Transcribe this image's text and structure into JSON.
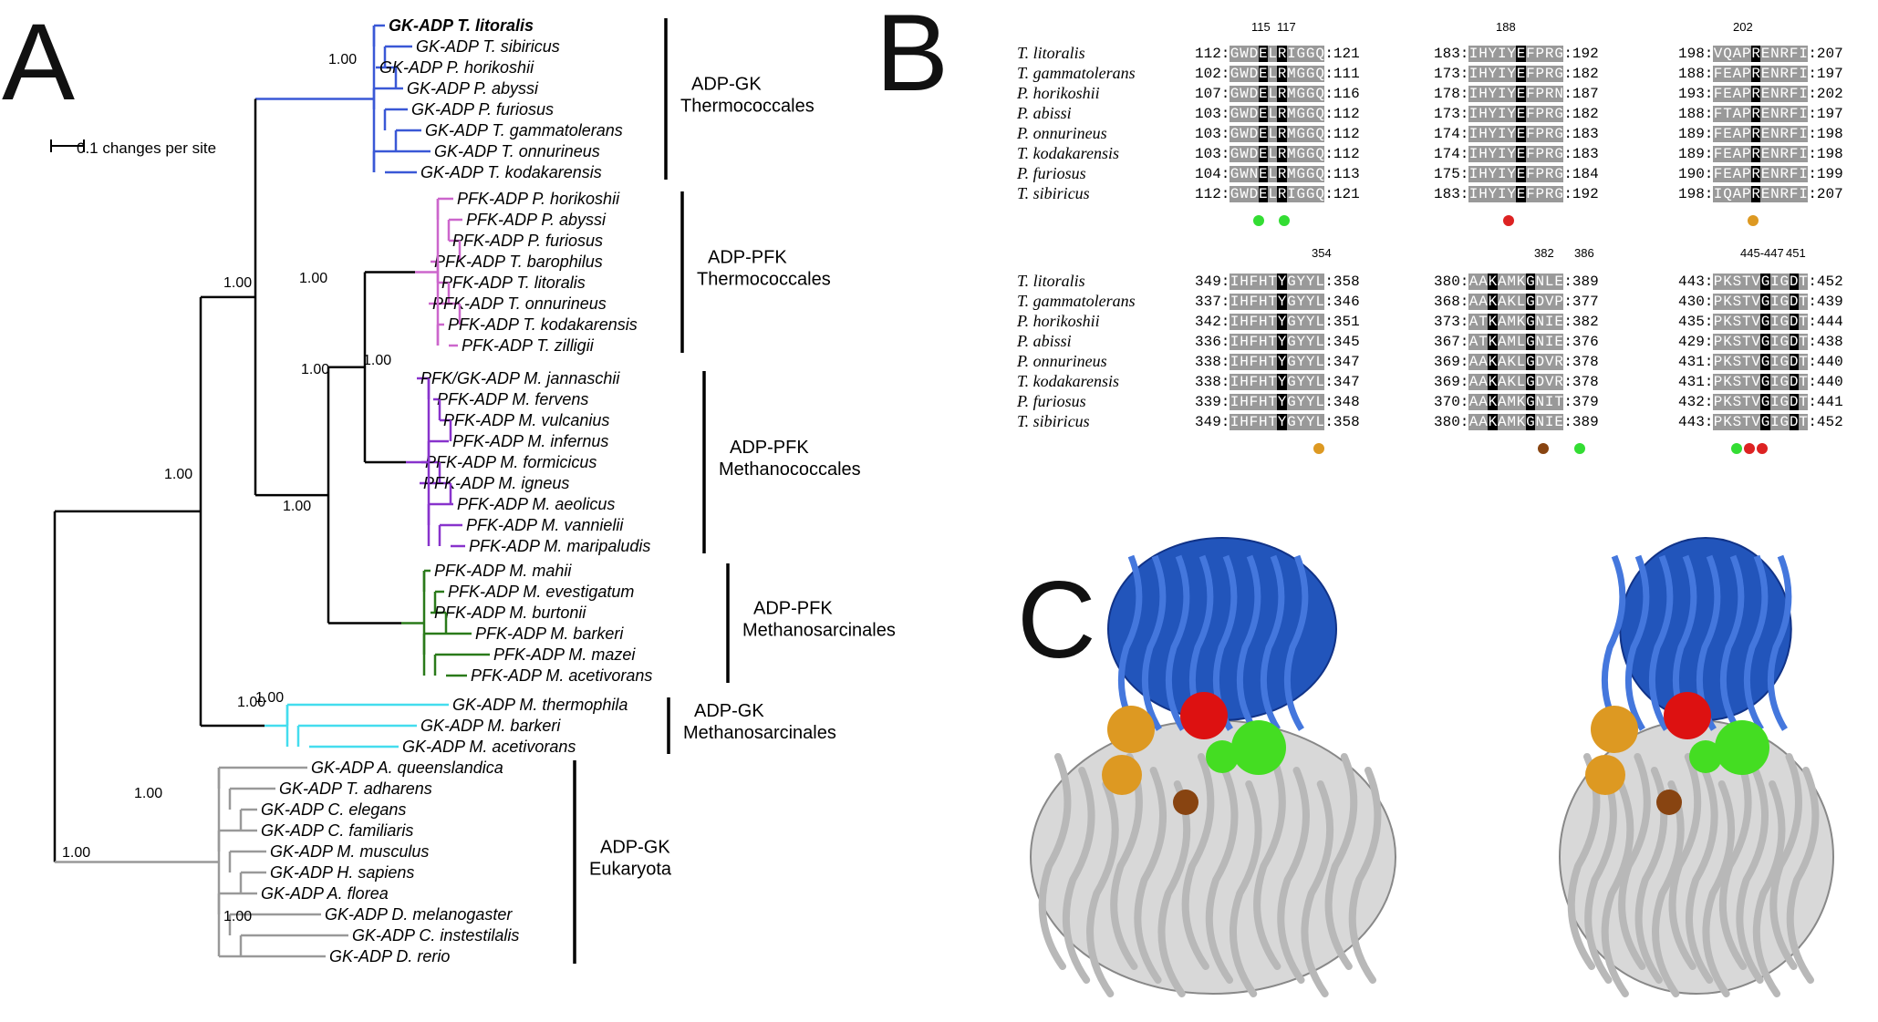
{
  "panels": {
    "a": "A",
    "b": "B",
    "c": "C"
  },
  "tree": {
    "scale_label": "0.1 changes per site",
    "clades": [
      {
        "color": "#3a58d6",
        "leaves": [
          "GK-ADP T. litoralis",
          "GK-ADP T. sibiricus",
          "GK-ADP P. horikoshii",
          "GK-ADP P. abyssi",
          "GK-ADP P. furiosus",
          "GK-ADP T. gammatolerans",
          "GK-ADP T. onnurineus",
          "GK-ADP T. kodakarensis"
        ],
        "group": [
          "ADP-GK",
          "Thermococcales"
        ]
      },
      {
        "color": "#cc66cc",
        "leaves": [
          "PFK-ADP P. horikoshii",
          "PFK-ADP P. abyssi",
          "PFK-ADP P. furiosus",
          "PFK-ADP T. barophilus",
          "PFK-ADP T. litoralis",
          "PFK-ADP T. onnurineus",
          "PFK-ADP T. kodakarensis",
          "PFK-ADP T. zilligii"
        ],
        "group": [
          "ADP-PFK",
          "Thermococcales"
        ]
      },
      {
        "color": "#8833cc",
        "leaves": [
          "PFK/GK-ADP M. jannaschii",
          "PFK-ADP M. fervens",
          "PFK-ADP M. vulcanius",
          "PFK-ADP M. infernus",
          "PFK-ADP M. formicicus",
          "PFK-ADP M. igneus",
          "PFK-ADP M. aeolicus",
          "PFK-ADP M. vannielii",
          "PFK-ADP M. maripaludis"
        ],
        "group": [
          "ADP-PFK",
          "Methanococcales"
        ]
      },
      {
        "color": "#2a7a1a",
        "leaves": [
          "PFK-ADP M. mahii",
          "PFK-ADP M. evestigatum",
          "PFK-ADP M. burtonii",
          "PFK-ADP M. barkeri",
          "PFK-ADP M. mazei",
          "PFK-ADP M. acetivorans"
        ],
        "group": [
          "ADP-PFK",
          "Methanosarcinales"
        ]
      },
      {
        "color": "#44ddee",
        "leaves": [
          "GK-ADP M. thermophila",
          "GK-ADP M. barkeri",
          "GK-ADP M. acetivorans"
        ],
        "group": [
          "ADP-GK",
          "Methanosarcinales"
        ]
      },
      {
        "color": "#999999",
        "leaves": [
          "GK-ADP A. queenslandica",
          "GK-ADP T. adharens",
          "GK-ADP C. elegans",
          "GK-ADP C. familiaris",
          "GK-ADP M. musculus",
          "GK-ADP H. sapiens",
          "GK-ADP A. florea",
          "GK-ADP D. melanogaster",
          "GK-ADP C. instestilalis",
          "GK-ADP D. rerio"
        ],
        "group": [
          "ADP-GK",
          "Eukaryota"
        ]
      }
    ],
    "support": "1.00"
  },
  "alignment": {
    "blocks": [
      {
        "positions": [
          {
            "label": "115"
          },
          {
            "label": "117"
          },
          {
            "label": "188"
          },
          {
            "label": "202"
          }
        ],
        "species": [
          "T. litoralis",
          "T. gammatolerans",
          "P. horikoshii",
          "P. abissi",
          "P. onnurineus",
          "T. kodakarensis",
          "P. furiosus",
          "T. sibiricus"
        ],
        "segments": [
          {
            "rows": [
              [
                "112:",
                "GWDELRIGGQ",
                ":121"
              ],
              [
                "102:",
                "GWDELRMGGQ",
                ":111"
              ],
              [
                "107:",
                "GWDELRMGGQ",
                ":116"
              ],
              [
                "103:",
                "GWDELRMGGQ",
                ":112"
              ],
              [
                "103:",
                "GWDELRMGGQ",
                ":112"
              ],
              [
                "103:",
                "GWDELRMGGQ",
                ":112"
              ],
              [
                "104:",
                "GWNELRMGGQ",
                ":113"
              ],
              [
                "112:",
                "GWDELRIGGQ",
                ":121"
              ]
            ],
            "black": [
              3,
              5
            ]
          },
          {
            "rows": [
              [
                "183:",
                "IHYIYEFPRG",
                ":192"
              ],
              [
                "173:",
                "IHYIYEFPRG",
                ":182"
              ],
              [
                "178:",
                "IHYIYEFPRN",
                ":187"
              ],
              [
                "173:",
                "IHYIYEFPRG",
                ":182"
              ],
              [
                "174:",
                "IHYIYEFPRG",
                ":183"
              ],
              [
                "174:",
                "IHYIYEFPRG",
                ":183"
              ],
              [
                "175:",
                "IHYIYEFPRG",
                ":184"
              ],
              [
                "183:",
                "IHYIYEFPRG",
                ":192"
              ]
            ],
            "black": [
              5
            ]
          },
          {
            "rows": [
              [
                "198:",
                "VQAPRENRFI",
                ":207"
              ],
              [
                "188:",
                "FEAPRENRFI",
                ":197"
              ],
              [
                "193:",
                "FEAPRENRFI",
                ":202"
              ],
              [
                "188:",
                "FTAPRENRFI",
                ":197"
              ],
              [
                "189:",
                "FEAPRENRFI",
                ":198"
              ],
              [
                "189:",
                "FEAPRENRFI",
                ":198"
              ],
              [
                "190:",
                "FEAPRENRFI",
                ":199"
              ],
              [
                "198:",
                "IQAPRENRFI",
                ":207"
              ]
            ],
            "black": [
              4
            ]
          }
        ],
        "dots": [
          "#33dd33",
          "#33dd33",
          "#dd2222",
          "#dd9922"
        ]
      },
      {
        "positions": [
          {
            "label": "354"
          },
          {
            "label": "382"
          },
          {
            "label": "386"
          },
          {
            "label": "445-447"
          },
          {
            "label": "451"
          }
        ],
        "species": [
          "T. litoralis",
          "T. gammatolerans",
          "P. horikoshii",
          "P. abissi",
          "P. onnurineus",
          "T. kodakarensis",
          "P. furiosus",
          "T. sibiricus"
        ],
        "segments": [
          {
            "rows": [
              [
                "349:",
                "IHFHTYGYYL",
                ":358"
              ],
              [
                "337:",
                "IHFHTYGYYL",
                ":346"
              ],
              [
                "342:",
                "IHFHTYGYYL",
                ":351"
              ],
              [
                "336:",
                "IHFHTYGYYL",
                ":345"
              ],
              [
                "338:",
                "IHFHTYGYYL",
                ":347"
              ],
              [
                "338:",
                "IHFHTYGYYL",
                ":347"
              ],
              [
                "339:",
                "IHFHTYGYYL",
                ":348"
              ],
              [
                "349:",
                "IHFHTYGYYL",
                ":358"
              ]
            ],
            "black": [
              5
            ]
          },
          {
            "rows": [
              [
                "380:",
                "AAKAMKGNLE",
                ":389"
              ],
              [
                "368:",
                "AAKAKLGDVP",
                ":377"
              ],
              [
                "373:",
                "ATKAMKGNIE",
                ":382"
              ],
              [
                "367:",
                "ATKAMLGNIE",
                ":376"
              ],
              [
                "369:",
                "AAKAKLGDVR",
                ":378"
              ],
              [
                "369:",
                "AAKAKLGDVR",
                ":378"
              ],
              [
                "370:",
                "AAKAMKGNIT",
                ":379"
              ],
              [
                "380:",
                "AAKAMKGNIE",
                ":389"
              ]
            ],
            "black": [
              2,
              6
            ]
          },
          {
            "rows": [
              [
                "443:",
                "PKSTVGIGDT",
                ":452"
              ],
              [
                "430:",
                "PKSTVGIGDT",
                ":439"
              ],
              [
                "435:",
                "PKSTVGIGDT",
                ":444"
              ],
              [
                "429:",
                "PKSTVGIGDT",
                ":438"
              ],
              [
                "431:",
                "PKSTVGIGDT",
                ":440"
              ],
              [
                "431:",
                "PKSTVGIGDT",
                ":440"
              ],
              [
                "432:",
                "PKSTVGIGDT",
                ":441"
              ],
              [
                "443:",
                "PKSTVGIGDT",
                ":452"
              ]
            ],
            "black": [
              5,
              8
            ]
          }
        ],
        "dots": [
          "#dd9922",
          "#884411",
          "#33dd33",
          "#33dd33",
          "#dd2222",
          "#dd2222"
        ]
      }
    ]
  },
  "structure_colors": {
    "domain": "#2255bb",
    "body": "#d8d8d8",
    "green": "#44dd22",
    "red": "#dd1111",
    "orange": "#dd9922",
    "brown": "#884411"
  }
}
